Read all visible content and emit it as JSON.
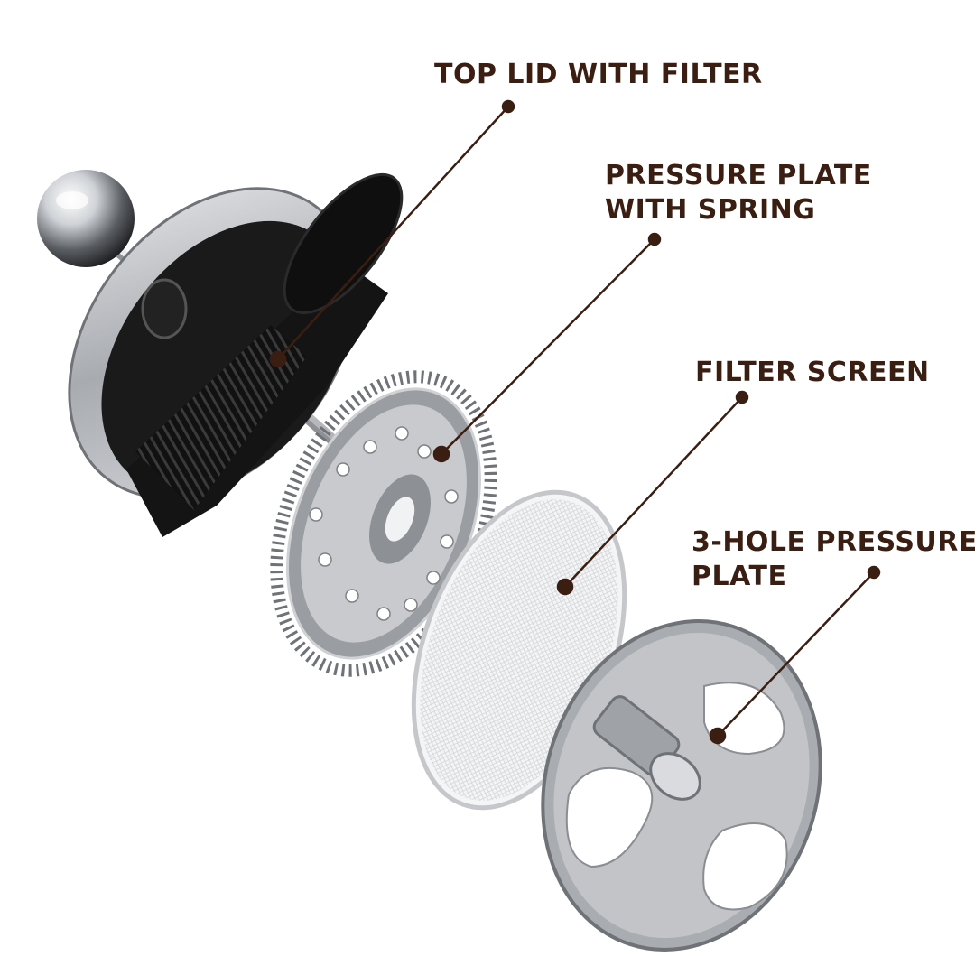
{
  "diagram": {
    "callouts": [
      {
        "id": "top-lid",
        "lines": [
          "TOP LID WITH FILTER"
        ]
      },
      {
        "id": "pressure-spring",
        "lines": [
          "PRESSURE PLATE",
          "WITH SPRING"
        ]
      },
      {
        "id": "filter-screen",
        "lines": [
          "FILTER SCREEN"
        ]
      },
      {
        "id": "3hole",
        "lines": [
          "3-HOLE PRESSURE",
          "PLATE"
        ]
      }
    ],
    "colors": {
      "label_text": "#3b1e12",
      "leader_line": "#3b1e12",
      "background": "#ffffff",
      "steel": "#b9bcc0",
      "black_plastic": "#141414"
    }
  }
}
